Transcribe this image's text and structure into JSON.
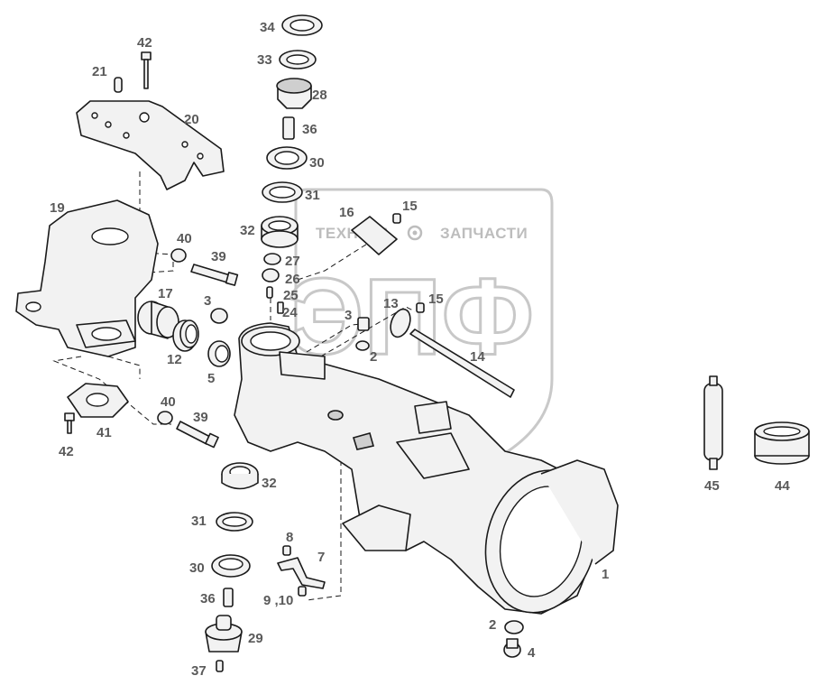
{
  "watermark": {
    "brand_left": "ТЕХНИКА",
    "brand_right": "ЗАПЧАСТИ",
    "logo_letters": "ЭПФ"
  },
  "callouts": [
    {
      "id": "c1",
      "text": "1"
    },
    {
      "id": "c2a",
      "text": "2"
    },
    {
      "id": "c2b",
      "text": "2"
    },
    {
      "id": "c3a",
      "text": "3"
    },
    {
      "id": "c3b",
      "text": "3"
    },
    {
      "id": "c4",
      "text": "4"
    },
    {
      "id": "c5",
      "text": "5"
    },
    {
      "id": "c7",
      "text": "7"
    },
    {
      "id": "c8",
      "text": "8"
    },
    {
      "id": "c910",
      "text": "9 ,10"
    },
    {
      "id": "c12",
      "text": "12"
    },
    {
      "id": "c13",
      "text": "13"
    },
    {
      "id": "c14",
      "text": "14"
    },
    {
      "id": "c15a",
      "text": "15"
    },
    {
      "id": "c15b",
      "text": "15"
    },
    {
      "id": "c16",
      "text": "16"
    },
    {
      "id": "c17",
      "text": "17"
    },
    {
      "id": "c19",
      "text": "19"
    },
    {
      "id": "c20",
      "text": "20"
    },
    {
      "id": "c21",
      "text": "21"
    },
    {
      "id": "c24",
      "text": "24"
    },
    {
      "id": "c25",
      "text": "25"
    },
    {
      "id": "c26",
      "text": "26"
    },
    {
      "id": "c27",
      "text": "27"
    },
    {
      "id": "c28",
      "text": "28"
    },
    {
      "id": "c29",
      "text": "29"
    },
    {
      "id": "c30a",
      "text": "30"
    },
    {
      "id": "c30b",
      "text": "30"
    },
    {
      "id": "c31a",
      "text": "31"
    },
    {
      "id": "c31b",
      "text": "31"
    },
    {
      "id": "c32a",
      "text": "32"
    },
    {
      "id": "c32b",
      "text": "32"
    },
    {
      "id": "c33",
      "text": "33"
    },
    {
      "id": "c34",
      "text": "34"
    },
    {
      "id": "c36a",
      "text": "36"
    },
    {
      "id": "c36b",
      "text": "36"
    },
    {
      "id": "c37",
      "text": "37"
    },
    {
      "id": "c39a",
      "text": "39"
    },
    {
      "id": "c39b",
      "text": "39"
    },
    {
      "id": "c40a",
      "text": "40"
    },
    {
      "id": "c40b",
      "text": "40"
    },
    {
      "id": "c41",
      "text": "41"
    },
    {
      "id": "c42a",
      "text": "42"
    },
    {
      "id": "c42b",
      "text": "42"
    },
    {
      "id": "c44",
      "text": "44"
    },
    {
      "id": "c45",
      "text": "45"
    }
  ]
}
